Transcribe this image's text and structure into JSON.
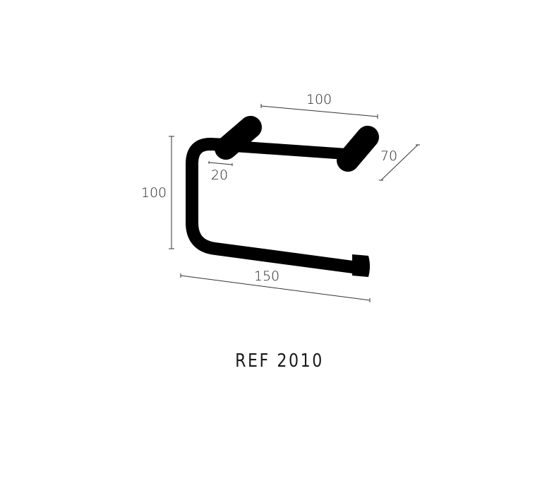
{
  "dimensions": {
    "bar_length": "100",
    "depth": "70",
    "diameter": "20",
    "height": "100",
    "width": "150"
  },
  "reference": "REF 2010",
  "colors": {
    "product": "#000000",
    "lines": "#333333"
  }
}
